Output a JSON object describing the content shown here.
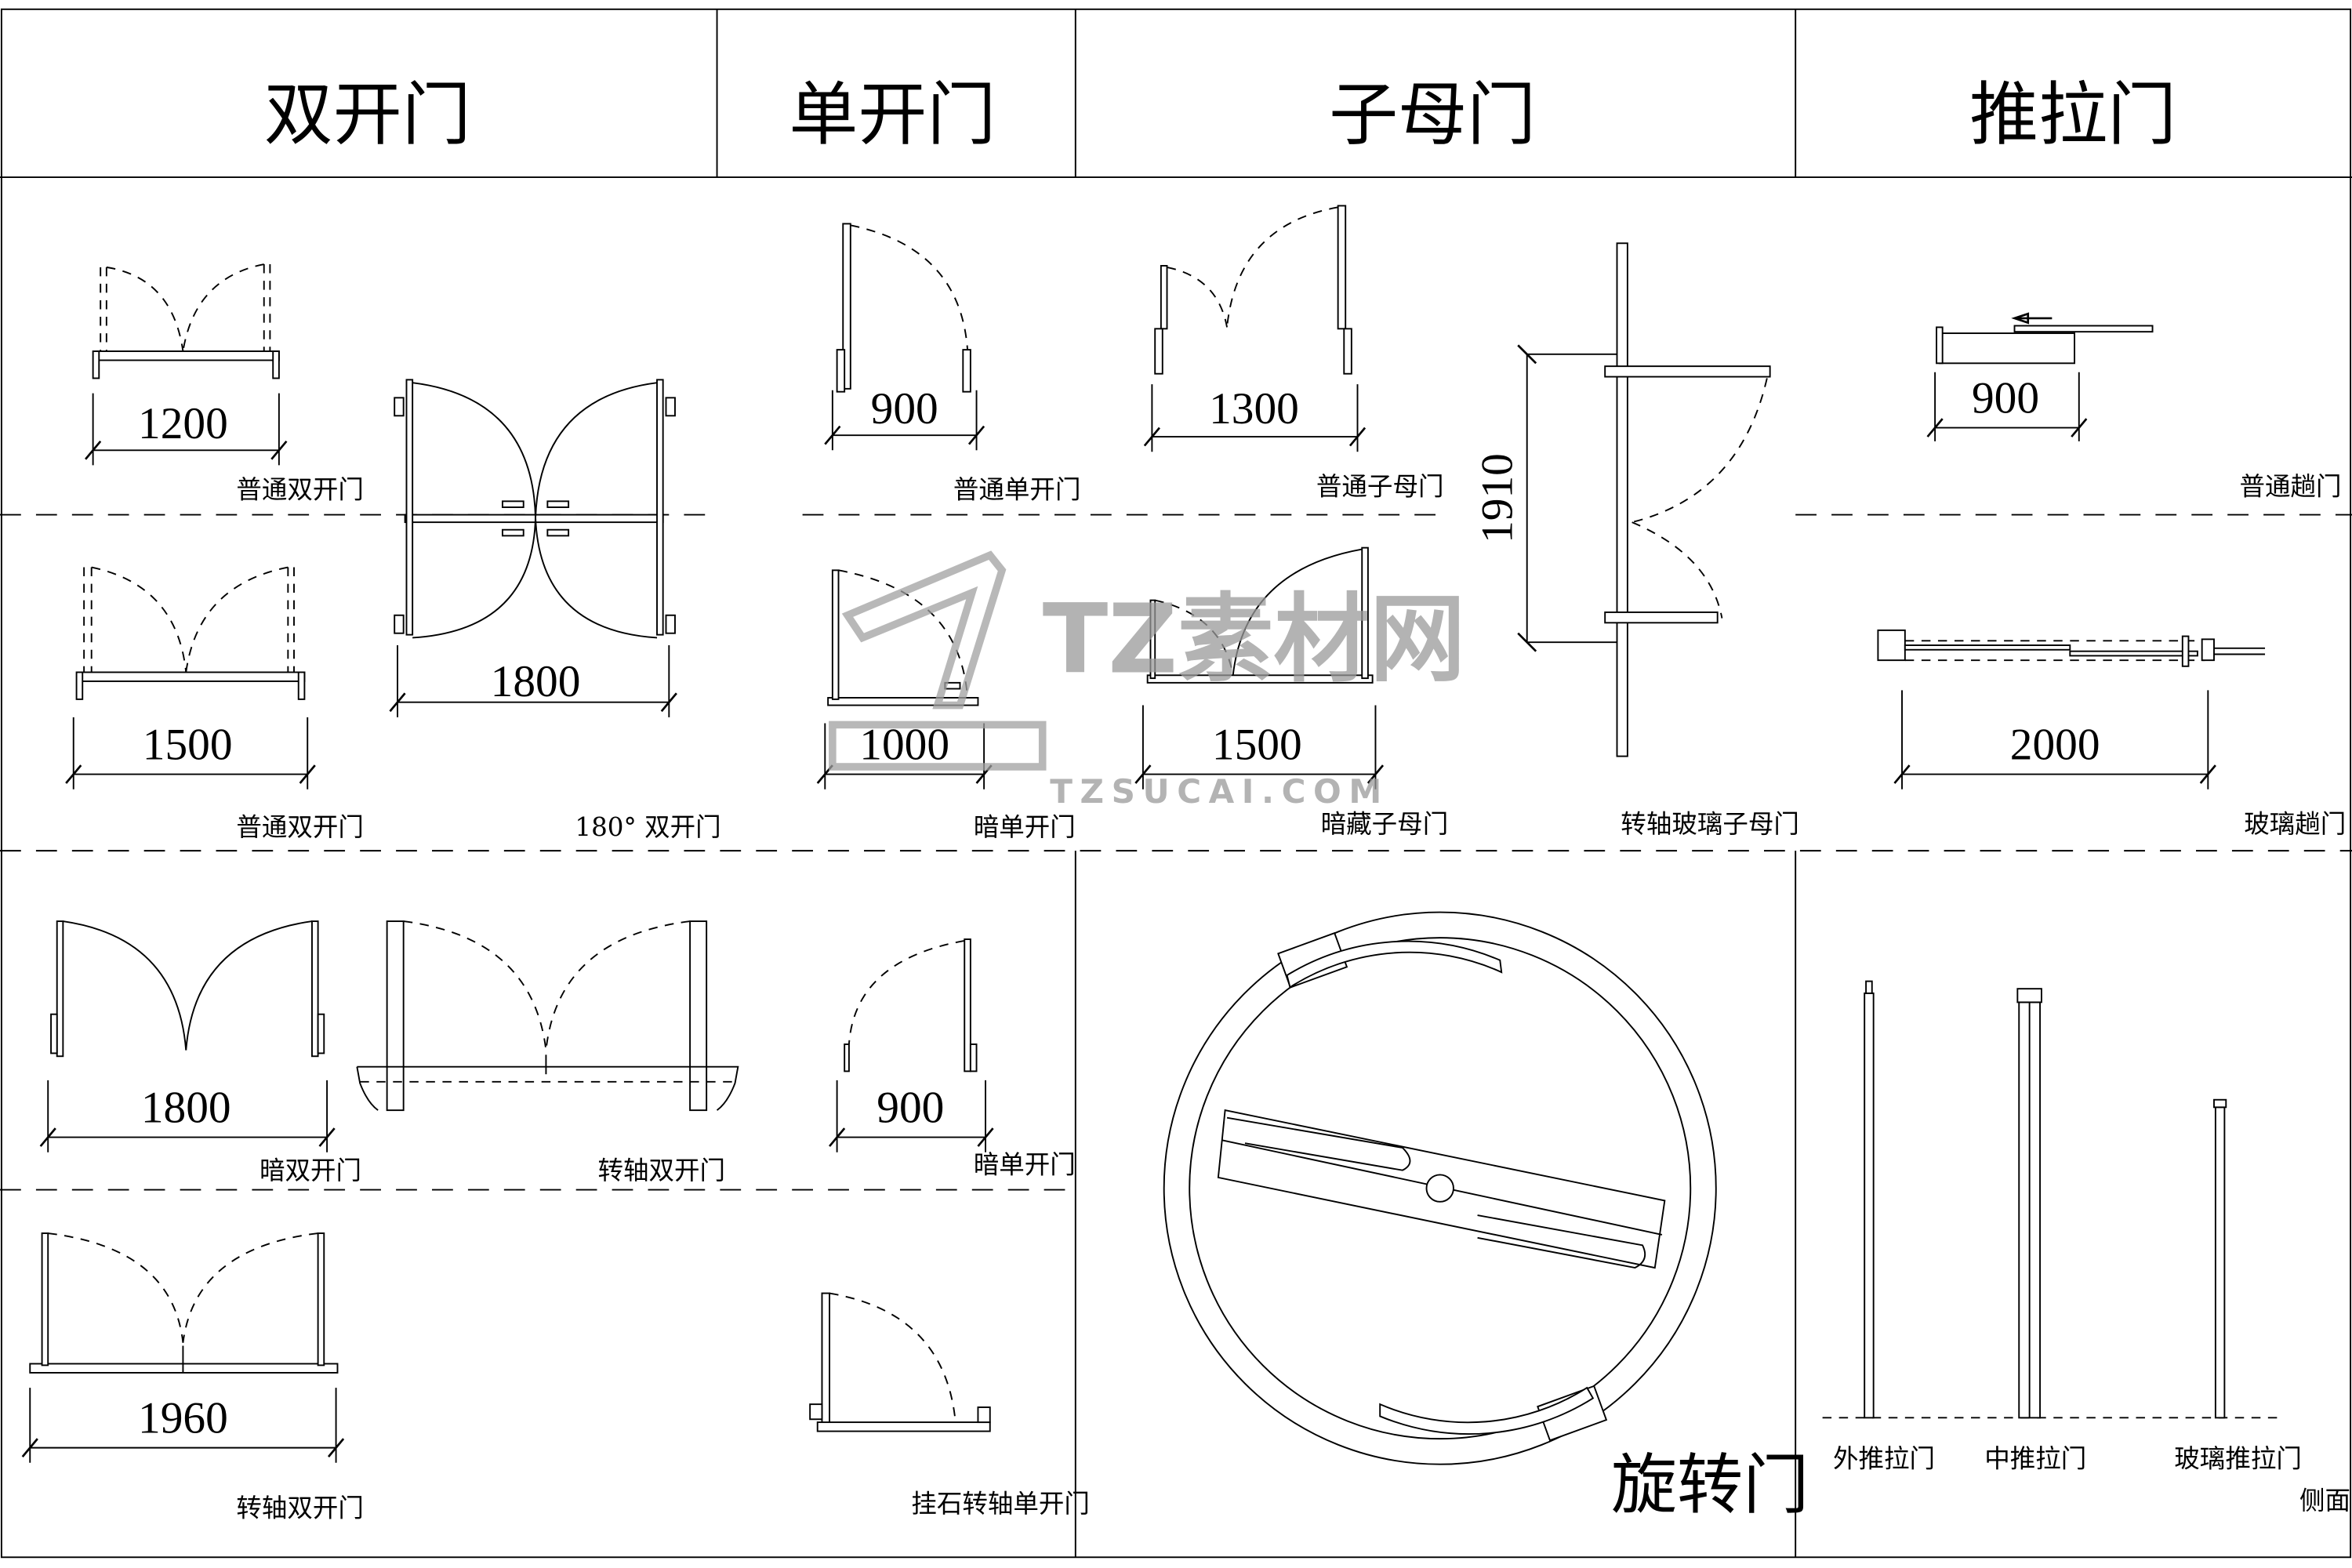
{
  "headers": [
    "双开门",
    "单开门",
    "子母门",
    "推拉门"
  ],
  "labels": {
    "normal_double_1": "普通双开门",
    "normal_single": "普通单开门",
    "normal_mother_child": "普通子母门",
    "normal_sliding": "普通趟门",
    "normal_double_2": "普通双开门",
    "double_180": "180° 双开门",
    "hidden_single_1": "暗单开门",
    "hidden_mother_child": "暗藏子母门",
    "pivot_glass_mother_child": "转轴玻璃子母门",
    "glass_sliding": "玻璃趟门",
    "hidden_double": "暗双开门",
    "pivot_double_1": "转轴双开门",
    "hidden_single_2": "暗单开门",
    "pivot_double_2": "转轴双开门",
    "stone_pivot_single": "挂石转轴单开门",
    "revolving": "旋转门",
    "outer_sliding": "外推拉门",
    "middle_sliding": "中推拉门",
    "glass_push_pull": "玻璃推拉门",
    "side_view": "侧面"
  },
  "dimensions": {
    "d1200": "1200",
    "d1800a": "1800",
    "d1500a": "1500",
    "d900a": "900",
    "d1000": "1000",
    "d1300": "1300",
    "d1500b": "1500",
    "d1910": "1910",
    "d900b": "900",
    "d2000": "2000",
    "d1800b": "1800",
    "d900c": "900",
    "d1960": "1960"
  },
  "watermark": {
    "logo": "TZ素材网",
    "url": "TZSUCAI.COM"
  }
}
